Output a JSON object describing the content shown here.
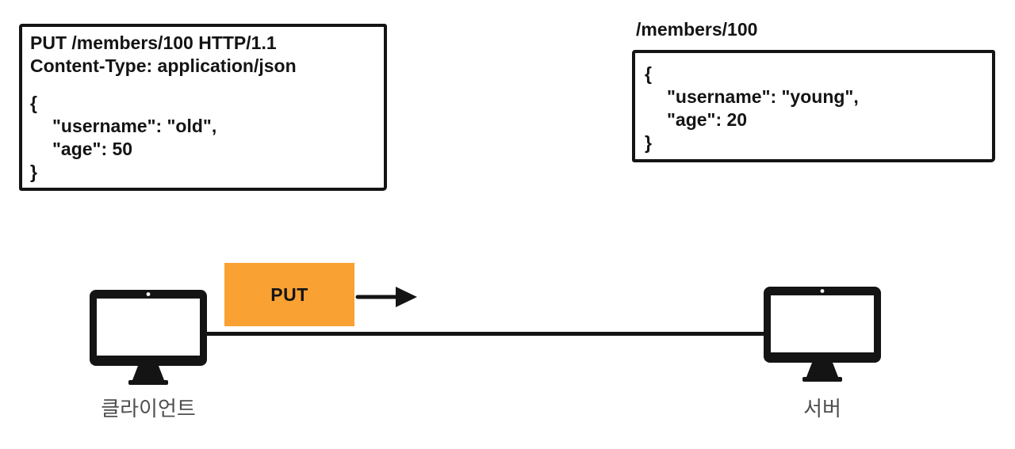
{
  "request_box": {
    "header_lines": [
      "PUT /members/100 HTTP/1.1",
      "Content-Type: application/json"
    ],
    "json_lines": [
      "{",
      "\"username\": \"old\",",
      "\"age\": 50",
      "}"
    ]
  },
  "resource": {
    "title": "/members/100",
    "json_lines": [
      "{",
      "\"username\": \"young\",",
      "\"age\": 20",
      "}"
    ]
  },
  "transfer": {
    "method_label": "PUT",
    "box_color": "#F9A132"
  },
  "client": {
    "label": "클라이언트"
  },
  "server": {
    "label": "서버"
  },
  "colors": {
    "stroke": "#141414",
    "label_gray": "#4e4e4e"
  }
}
